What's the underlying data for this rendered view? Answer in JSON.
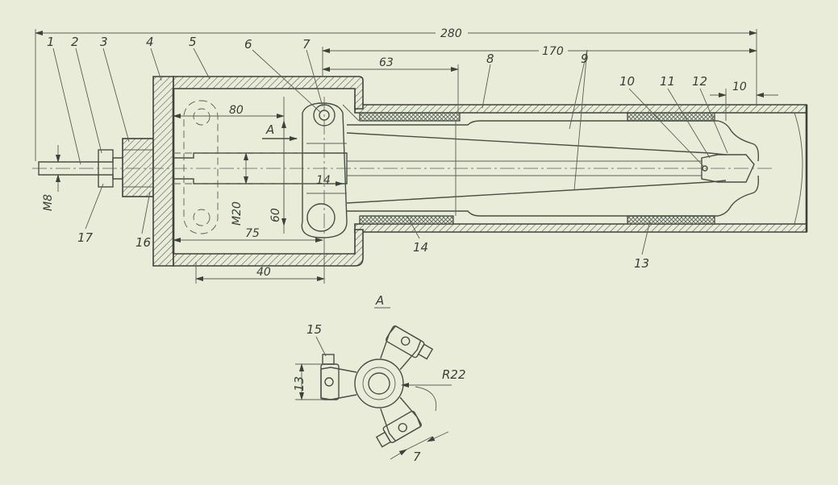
{
  "labels": {
    "part_numbers": [
      "1",
      "2",
      "3",
      "4",
      "5",
      "6",
      "7",
      "8",
      "9",
      "10",
      "11",
      "12",
      "13",
      "14",
      "15",
      "16",
      "17"
    ],
    "section_label": "A",
    "view_label": "A"
  },
  "dimensions": {
    "overall_length": "280",
    "length_170": "170",
    "length_63": "63",
    "length_10": "10",
    "width_80": "80",
    "height_60": "60",
    "length_75": "75",
    "length_40": "40",
    "size_14": "14",
    "thread_m8": "M8",
    "thread_m20": "M20",
    "radius_r22": "R22",
    "size_13": "13",
    "size_7": "7"
  }
}
